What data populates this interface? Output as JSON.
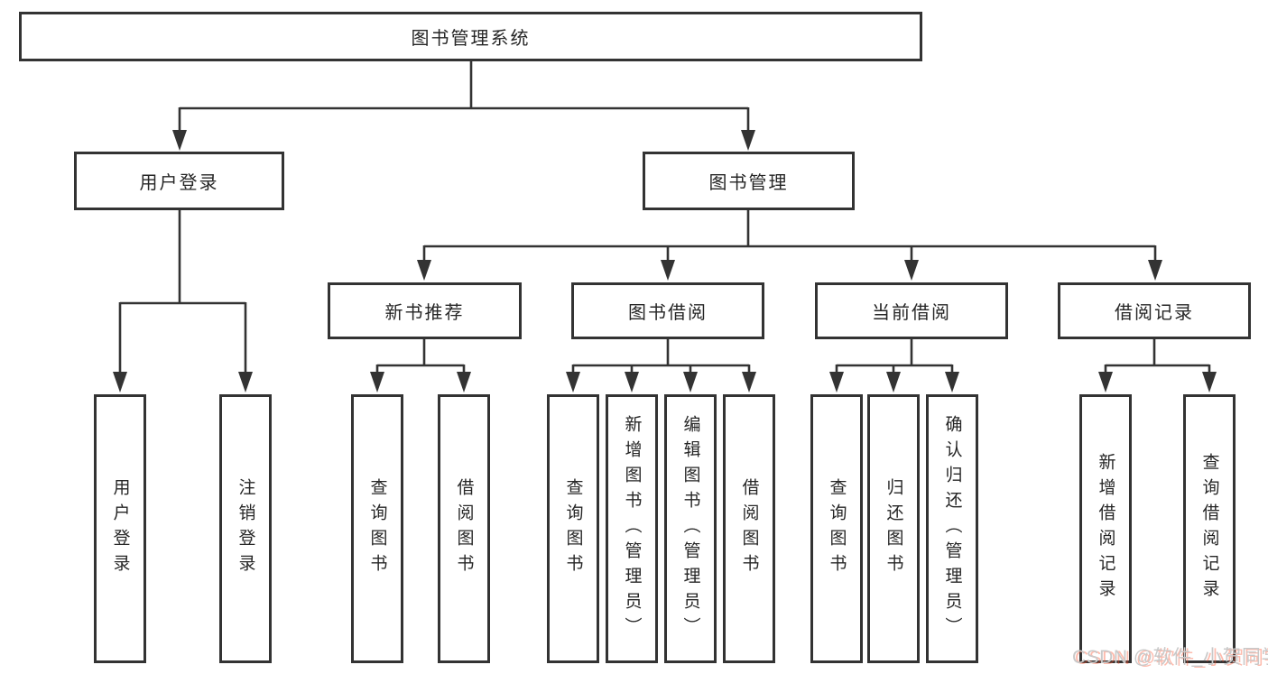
{
  "diagram": {
    "root": {
      "label": "图书管理系统"
    },
    "level2": {
      "user_login": {
        "label": "用户登录"
      },
      "book_management": {
        "label": "图书管理"
      }
    },
    "level3": {
      "new_book_recommend": {
        "label": "新书推荐"
      },
      "book_borrow": {
        "label": "图书借阅"
      },
      "current_borrow": {
        "label": "当前借阅"
      },
      "borrow_record": {
        "label": "借阅记录"
      }
    },
    "leaves": {
      "user_login": {
        "label": "用户登录"
      },
      "logout": {
        "label": "注销登录"
      },
      "recommend_search": {
        "label": "查询图书"
      },
      "recommend_borrow": {
        "label": "借阅图书"
      },
      "borrow_search": {
        "label": "查询图书"
      },
      "borrow_add": {
        "label": "新增图书（管理员）"
      },
      "borrow_edit": {
        "label": "编辑图书（管理员）"
      },
      "borrow_borrow": {
        "label": "借阅图书"
      },
      "current_search": {
        "label": "查询图书"
      },
      "current_return": {
        "label": "归还图书"
      },
      "current_confirm": {
        "label": "确认归还（管理员）"
      },
      "record_add": {
        "label": "新增借阅记录"
      },
      "record_search": {
        "label": "查询借阅记录"
      }
    }
  },
  "watermark": {
    "text": "CSDN @软件_小贺同学"
  },
  "colors": {
    "line": "#333333",
    "box_border": "#333333",
    "box_fill": "#ffffff",
    "text": "#262626",
    "background": "#ffffff",
    "watermark_text": "#c9c9c9",
    "watermark_accent": "#fc553166"
  }
}
